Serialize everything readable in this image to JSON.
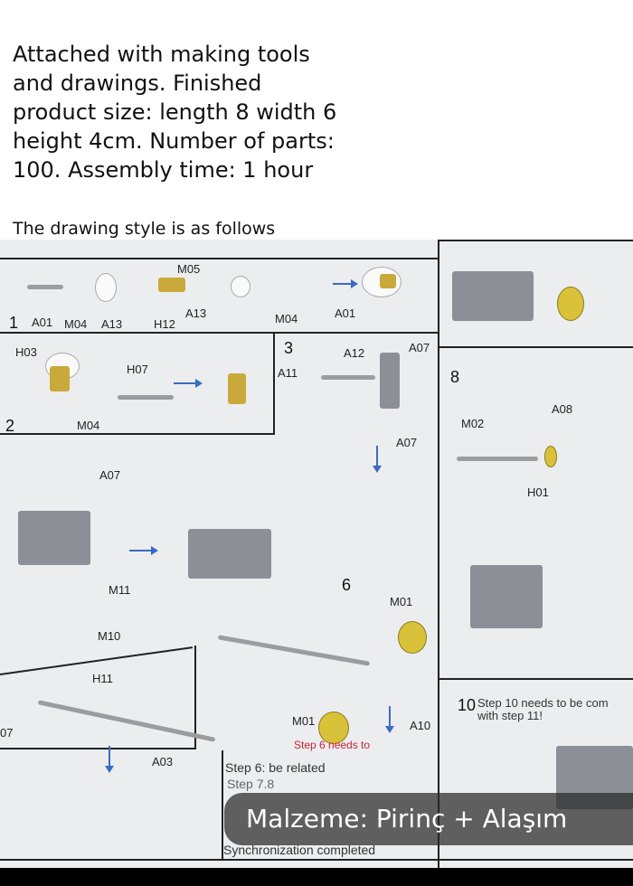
{
  "description": {
    "lines": [
      "Attached with making tools",
      "and drawings. Finished",
      "product size: length 8 width 6",
      "height 4cm. Number of parts:",
      "100. Assembly time: 1 hour"
    ]
  },
  "subtitle": "The drawing style is as follows",
  "drawing": {
    "steps": [
      "1",
      "2",
      "3",
      "6",
      "8",
      "10"
    ],
    "part_labels": [
      "M05",
      "A01",
      "M04",
      "A13",
      "H12",
      "A13",
      "M04",
      "A01",
      "H03",
      "H07",
      "M04",
      "A12",
      "A07",
      "A11",
      "A07",
      "A07",
      "M11",
      "M10",
      "H11",
      "A03",
      "07",
      "M01",
      "M01",
      "A10",
      "M02",
      "A08",
      "H01"
    ],
    "notes": {
      "step10": "Step 10 needs to be com",
      "step10b": "with step 11!",
      "step6": "Step 6: be related",
      "step78": "Step 7.8",
      "sync": "Synchronization completed",
      "red_note": "Step 6 needs to"
    }
  },
  "overlay": {
    "text": "Malzeme: Pirinç + Alaşım"
  },
  "colors": {
    "accent_gold": "#d9c23a",
    "arrow_blue": "#3a6bc4",
    "overlay_bg": "#282828"
  }
}
